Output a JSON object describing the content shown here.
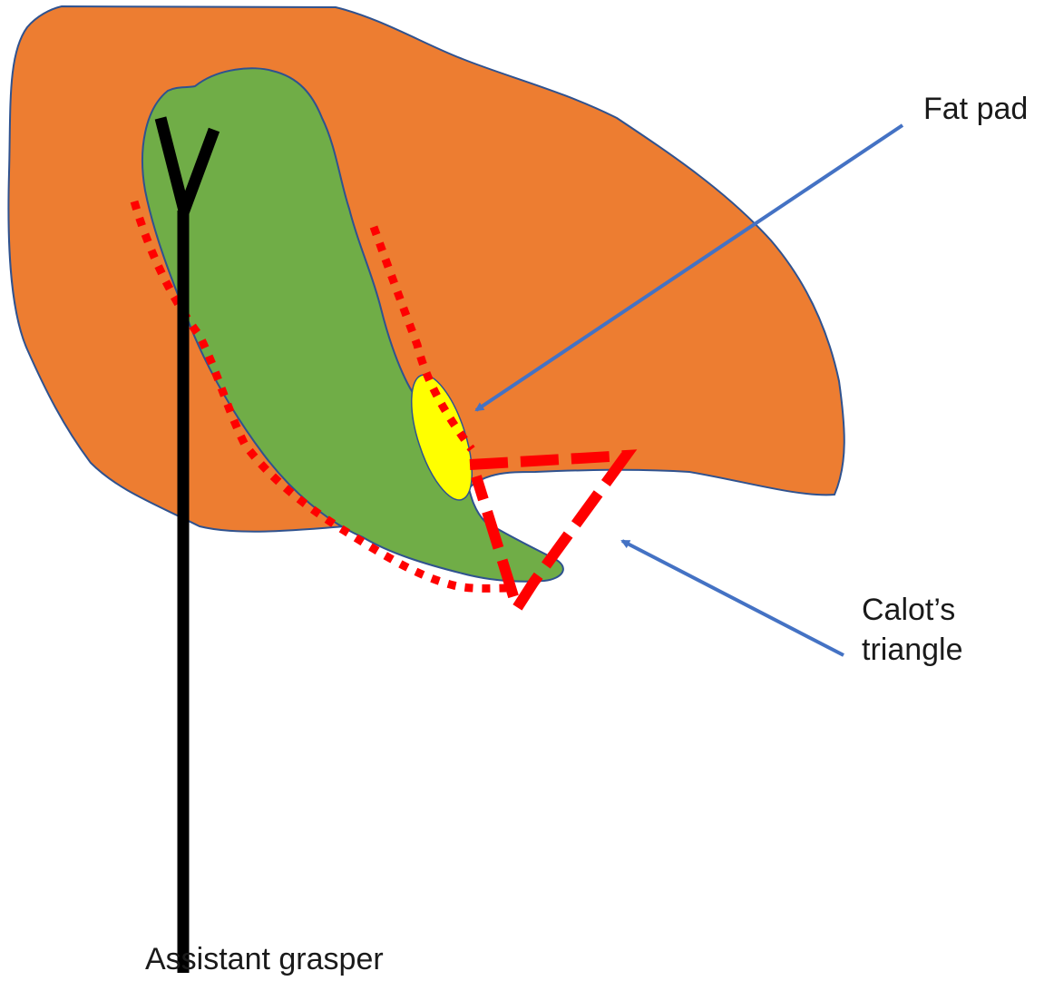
{
  "labels": {
    "fat_pad": "Fat pad",
    "calots_line1": "Calot’s",
    "calots_line2": "triangle",
    "assistant_grasper": "Assistant grasper"
  },
  "colors": {
    "liver": "#ED7D31",
    "liver_outline": "#2F528F",
    "gallbladder": "#70AD47",
    "fat_pad": "#FFFF00",
    "dissection_line": "#FF0000",
    "arrow": "#4472C4",
    "grasper": "#000000"
  }
}
